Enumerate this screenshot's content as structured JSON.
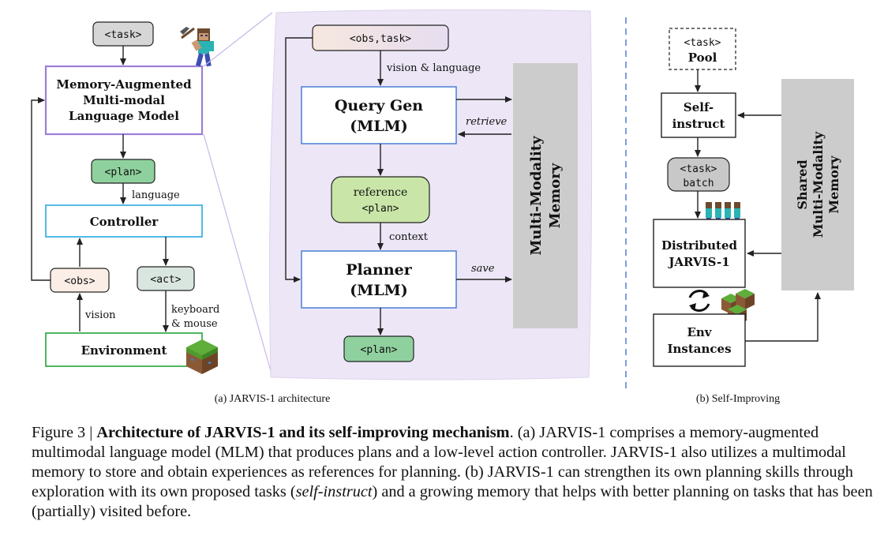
{
  "panel_a": {
    "task": "<task>",
    "mlm_line1": "Memory-Augmented",
    "mlm_line2": "Multi-modal",
    "mlm_line3": "Language Model",
    "plan": "<plan>",
    "language": "language",
    "controller": "Controller",
    "obs": "<obs>",
    "act": "<act>",
    "vision": "vision",
    "keyboard_line1": "keyboard",
    "keyboard_line2": "& mouse",
    "environment": "Environment",
    "caption": "(a) JARVIS-1 architecture"
  },
  "zoom": {
    "obs_task": "<obs,task>",
    "vision_language": "vision & language",
    "querygen_line1": "Query Gen",
    "querygen_line2": "(MLM)",
    "retrieve": "retrieve",
    "reference_line1": "reference",
    "reference_line2": "<plan>",
    "context": "context",
    "planner_line1": "Planner",
    "planner_line2": "(MLM)",
    "save": "save",
    "plan_out": "<plan>",
    "memory_line1": "Multi-Modality",
    "memory_line2": "Memory"
  },
  "panel_b": {
    "pool_line1": "<task>",
    "pool_line2": "Pool",
    "selfinstruct_line1": "Self-",
    "selfinstruct_line2": "instruct",
    "batch_line1": "<task>",
    "batch_line2": "batch",
    "distributed_line1": "Distributed",
    "distributed_line2": "JARVIS-1",
    "env_line1": "Env",
    "env_line2": "Instances",
    "shared_line1": "Shared",
    "shared_line2": "Multi-Modality",
    "shared_line3": "Memory",
    "caption": "(b) Self-Improving"
  },
  "caption": {
    "prefix": "Figure 3 | ",
    "title": "Architecture of JARVIS-1 and its self-improving mechanism",
    "part1": ". (a) JARVIS-1 comprises a memory-augmented multimodal language model (MLM) that produces plans and a low-level action controller. JARVIS-1 also utilizes a multimodal memory to store and obtain experiences as references for planning. (b) JARVIS-1 can strengthen its own planning skills through exploration with its own proposed tasks (",
    "italic": "self-instruct",
    "part2": ") and a growing memory that helps with better planning on tasks that has been (partially) visited before."
  },
  "colors": {
    "task_fill": "#d6d6d6",
    "plan_fill": "#8fd19e",
    "controller_border": "#2aa8e0",
    "environment_border": "#23a33a",
    "mlm_border": "#9b7fd6",
    "zoom_bg": "#ece6f6",
    "query_border": "#4a7fd6",
    "reference_fill": "#c9e6a8",
    "memory_fill": "#cccccc"
  }
}
